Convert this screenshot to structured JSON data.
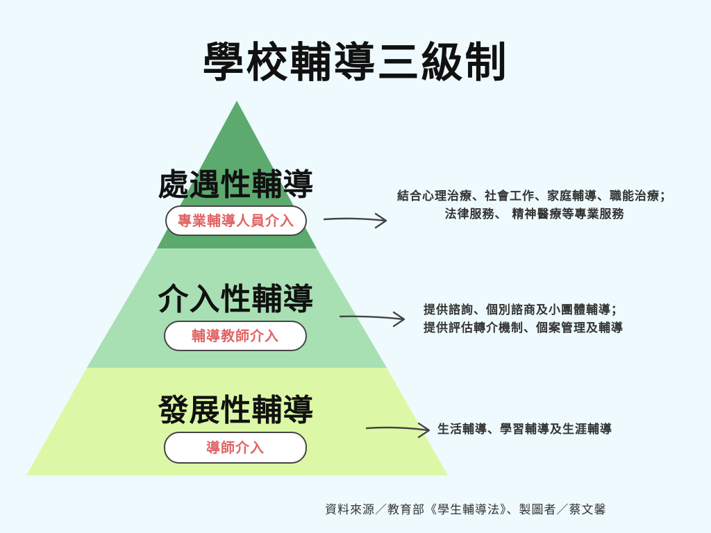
{
  "title": "學校輔導三級制",
  "colors": {
    "background": "#eefafd",
    "tier_top": "#5daa6f",
    "tier_middle": "#a8e0b4",
    "tier_bottom": "#dcf8a6",
    "pill_text": "#e06464"
  },
  "tiers": [
    {
      "title": "處遇性輔導",
      "pill": "專業輔導人員介入",
      "description": [
        "結合心理治療、社會工作、家庭輔導、職能治療；",
        "法律服務、 精神醫療等專業服務"
      ]
    },
    {
      "title": "介入性輔導",
      "pill": "輔導教師介入",
      "description": [
        "提供諮詢、個別諮商及小團體輔導；",
        "提供評估轉介機制、個案管理及輔導"
      ]
    },
    {
      "title": "發展性輔導",
      "pill": "導師介入",
      "description": [
        "生活輔導、學習輔導及生涯輔導"
      ]
    }
  ],
  "source": "資料來源／教育部《學生輔導法》、製圖者／蔡文馨"
}
